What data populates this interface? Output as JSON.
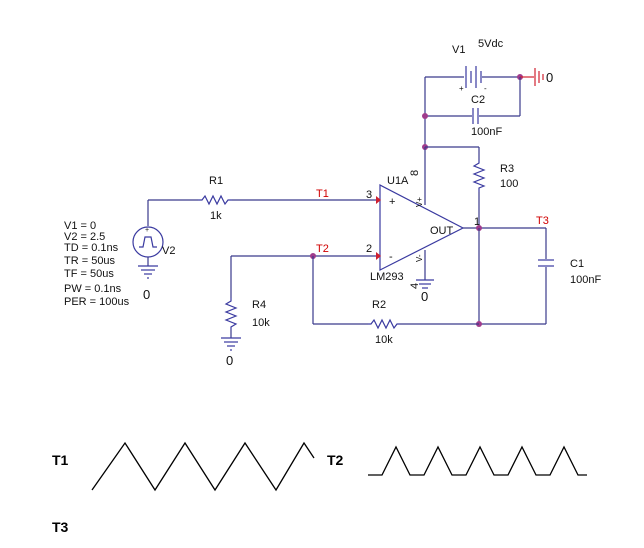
{
  "v1": {
    "name": "V1",
    "value": "5Vdc",
    "plus": "+",
    "minus": "-"
  },
  "c2": {
    "name": "C2",
    "value": "100nF"
  },
  "r3": {
    "name": "R3",
    "value": "100"
  },
  "r1": {
    "name": "R1",
    "value": "1k"
  },
  "r2": {
    "name": "R2",
    "value": "10k"
  },
  "r4": {
    "name": "R4",
    "value": "10k"
  },
  "c1": {
    "name": "C1",
    "value": "100nF"
  },
  "u1": {
    "name": "U1A",
    "part": "LM293",
    "out": "OUT",
    "plus": "+",
    "minus": "-",
    "vplus": "V+",
    "vminus": "V-",
    "pin3": "3",
    "pin2": "2",
    "pin1": "1",
    "pin8": "8",
    "pin4": "4"
  },
  "v2": {
    "name": "V2",
    "params": [
      "V1 = 0",
      "V2 = 2.5",
      "TD = 0.1ns",
      "TR = 50us",
      "TF = 50us",
      "PW = 0.1ns",
      "PER = 100us"
    ]
  },
  "nets": {
    "t1": "T1",
    "t2": "T2",
    "t3": "T3"
  },
  "ground_label": "0",
  "waveforms": {
    "t1": "T1",
    "t2": "T2",
    "t3": "T3"
  }
}
